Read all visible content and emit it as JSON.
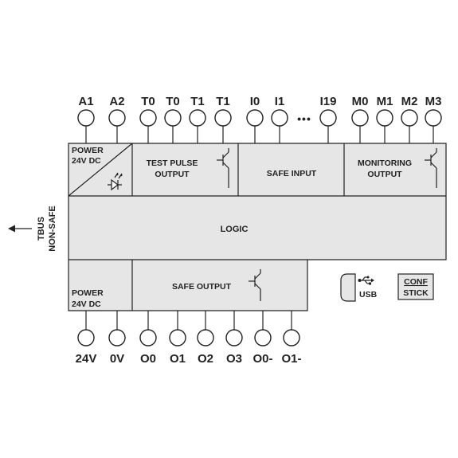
{
  "top_terminals": [
    "A1",
    "A2",
    "T0",
    "T0",
    "T1",
    "T1",
    "I0",
    "I1",
    "I19",
    "M0",
    "M1",
    "M2",
    "M3"
  ],
  "input_ellipsis": "•••",
  "bottom_terminals": [
    "24V",
    "0V",
    "O0",
    "O1",
    "O2",
    "O3",
    "O0-",
    "O1-"
  ],
  "sections": {
    "power_top": [
      "POWER",
      "24V DC"
    ],
    "test_pulse": [
      "TEST PULSE",
      "OUTPUT"
    ],
    "safe_input": "SAFE INPUT",
    "monitoring": [
      "MONITORING",
      "OUTPUT"
    ],
    "logic": "LOGIC",
    "power_bottom": [
      "POWER",
      "24V DC"
    ],
    "safe_output": "SAFE OUTPUT",
    "usb": "USB",
    "conf_stick": [
      "CONF",
      "STICK"
    ]
  },
  "tbus": [
    "TBUS",
    "NON-SAFE"
  ],
  "colors": {
    "fill": "#e6e6e6",
    "line": "#222222",
    "background": "#ffffff"
  },
  "icons": [
    "led-icon",
    "transistor-icon",
    "usb-port-icon",
    "usb-symbol-icon",
    "arrow-left-icon"
  ]
}
